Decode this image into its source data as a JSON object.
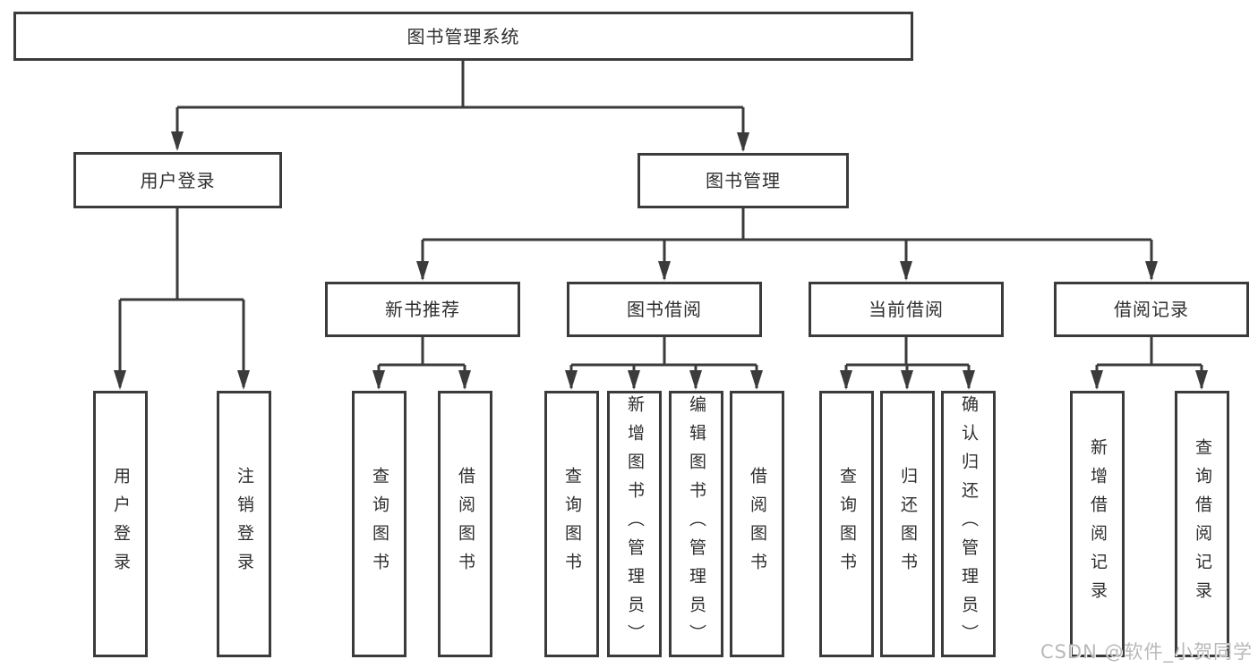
{
  "diagram_type": "hierarchy",
  "colors": {
    "line": "#3b3b3b",
    "box_border": "#3b3b3b",
    "text": "#2f2f2f",
    "background": "#ffffff",
    "watermark": "#b9b9b9"
  },
  "tree": {
    "root": {
      "label": "图书管理系统",
      "children": [
        {
          "label": "用户登录",
          "children": [
            {
              "label": "用户登录"
            },
            {
              "label": "注销登录"
            }
          ]
        },
        {
          "label": "图书管理",
          "children": [
            {
              "label": "新书推荐",
              "children": [
                {
                  "label": "查询图书"
                },
                {
                  "label": "借阅图书"
                }
              ]
            },
            {
              "label": "图书借阅",
              "children": [
                {
                  "label": "查询图书"
                },
                {
                  "label": "新增图书（管理员）"
                },
                {
                  "label": "编辑图书（管理员）"
                },
                {
                  "label": "借阅图书"
                }
              ]
            },
            {
              "label": "当前借阅",
              "children": [
                {
                  "label": "查询图书"
                },
                {
                  "label": "归还图书"
                },
                {
                  "label": "确认归还（管理员）"
                }
              ]
            },
            {
              "label": "借阅记录",
              "children": [
                {
                  "label": "新增借阅记录"
                },
                {
                  "label": "查询借阅记录"
                }
              ]
            }
          ]
        }
      ]
    }
  },
  "watermark": {
    "text": "CSDN @软件_小贺同学"
  }
}
